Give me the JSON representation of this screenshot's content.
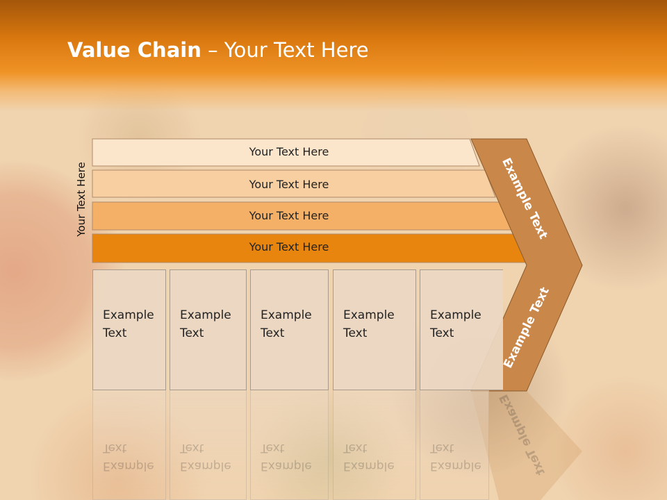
{
  "title": {
    "bold": "Value Chain",
    "rest": " – Your Text Here"
  },
  "vertical_label": "Your Text Here",
  "bands": [
    {
      "label": "Your Text Here",
      "color": "#fbe6cc"
    },
    {
      "label": "Your Text Here",
      "color": "#f8cfa0"
    },
    {
      "label": "Your Text Here",
      "color": "#f3b066"
    },
    {
      "label": "Your Text Here",
      "color": "#e8850e"
    }
  ],
  "boxes": [
    {
      "text": "Example\nText"
    },
    {
      "text": "Example\nText"
    },
    {
      "text": "Example\nText"
    },
    {
      "text": "Example\nText"
    },
    {
      "text": "Example\nText"
    }
  ],
  "arrow": {
    "top_label": "Example Text",
    "bottom_label": "Example Text",
    "color": "#c9874a"
  }
}
